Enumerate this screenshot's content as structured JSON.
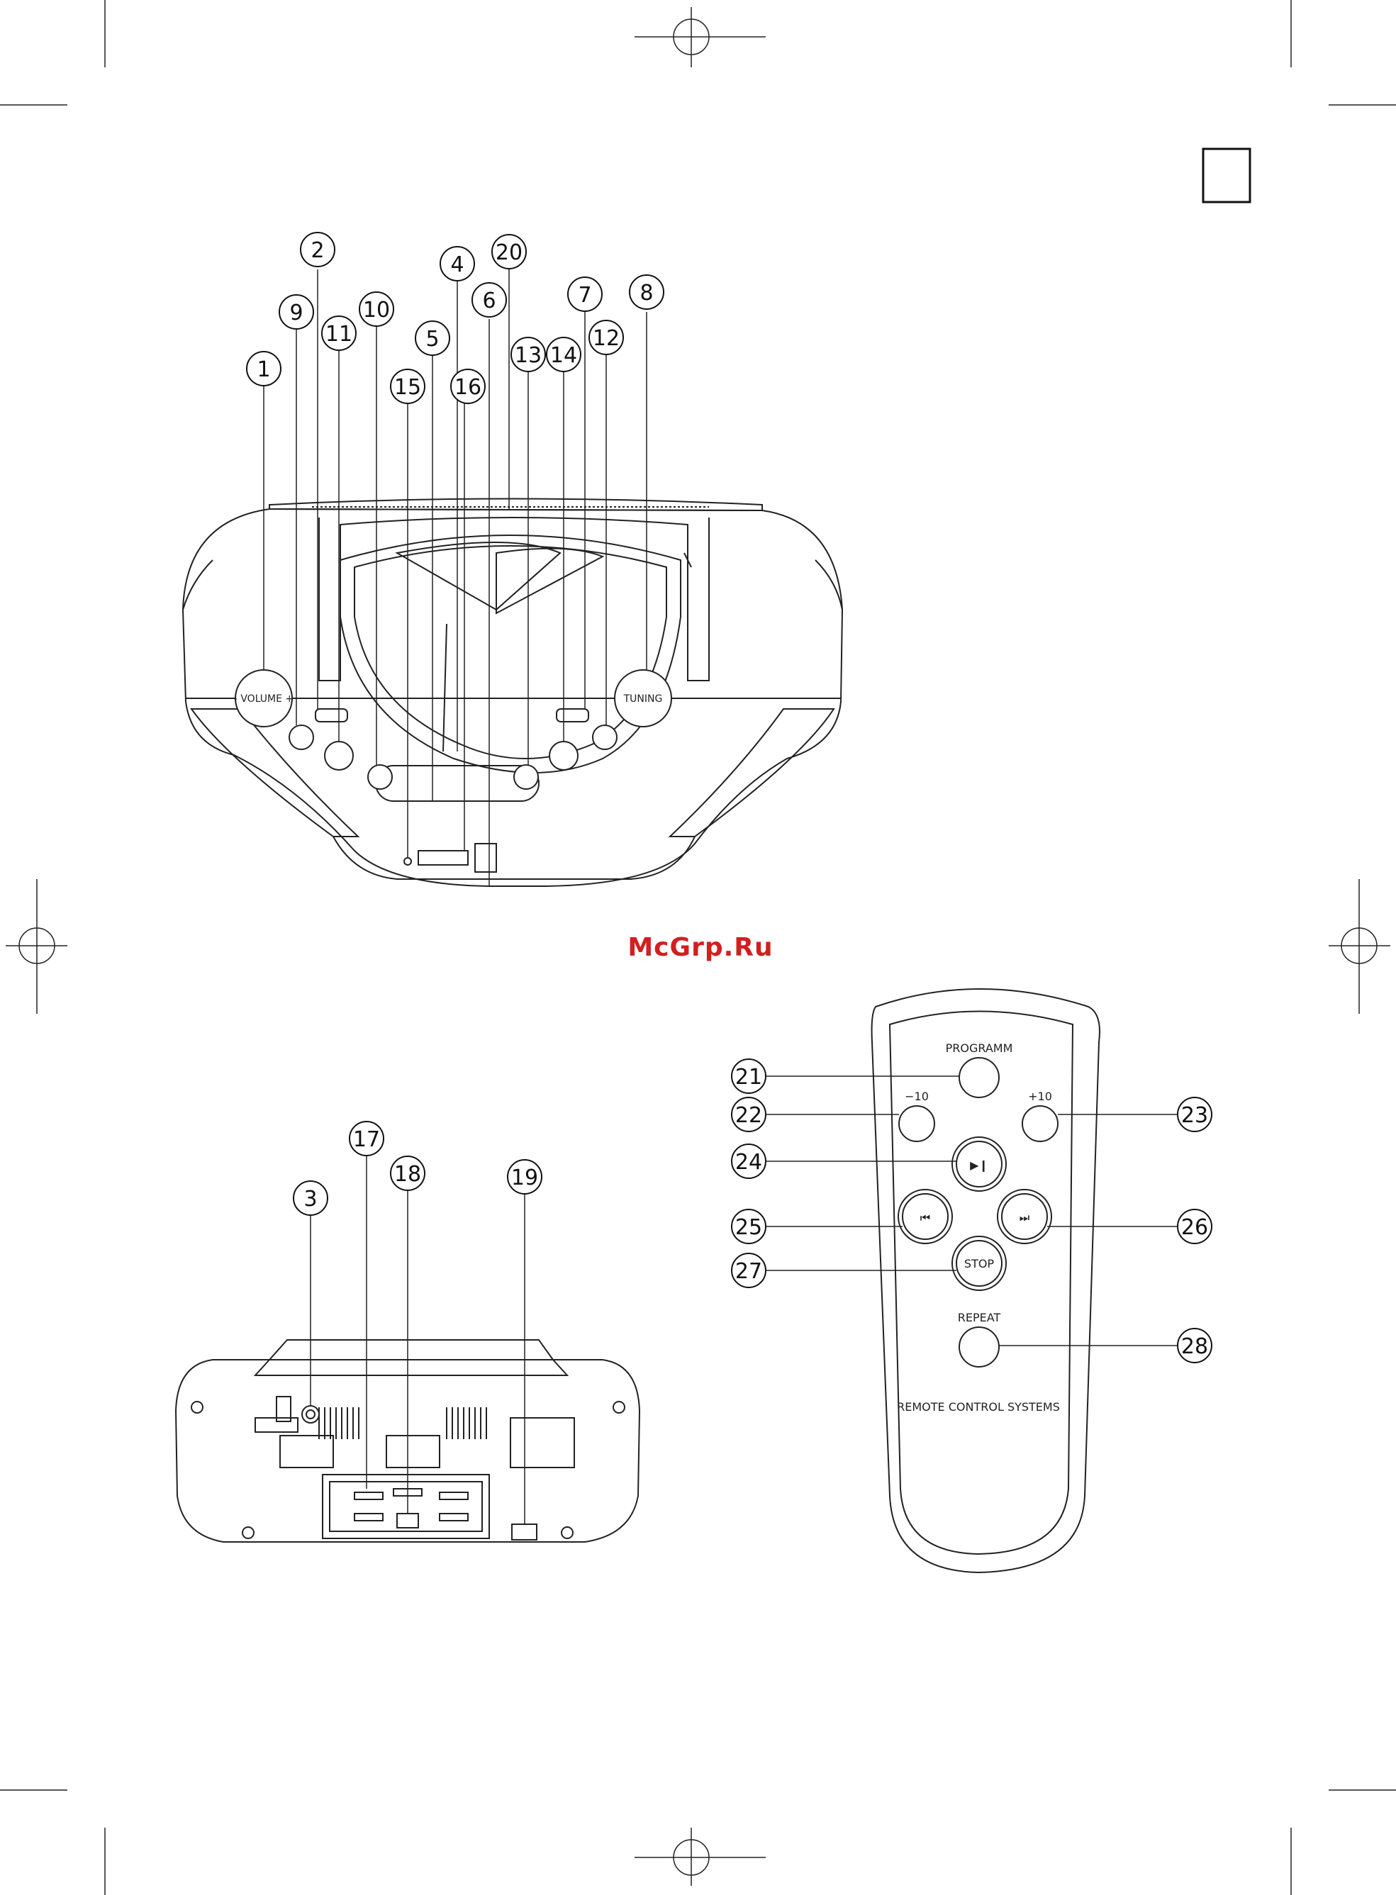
{
  "watermark": "McGrp.Ru",
  "device_labels": {
    "volume": "- VOLUME +",
    "tuning": "TUNING"
  },
  "remote": {
    "programm": "PROGRAMM",
    "minus10": "−10",
    "plus10": "+10",
    "play_pause": "▶❙",
    "prev": "⏮",
    "next": "⏭",
    "stop": "STOP",
    "repeat": "REPEAT",
    "brand": "REMOTE CONTROL SYSTEMS"
  },
  "callouts": {
    "c1": "1",
    "c2": "2",
    "c3": "3",
    "c4": "4",
    "c5": "5",
    "c6": "6",
    "c7": "7",
    "c8": "8",
    "c9": "9",
    "c10": "10",
    "c11": "11",
    "c12": "12",
    "c13": "13",
    "c14": "14",
    "c15": "15",
    "c16": "16",
    "c17": "17",
    "c18": "18",
    "c19": "19",
    "c20": "20",
    "c21": "21",
    "c22": "22",
    "c23": "23",
    "c24": "24",
    "c25": "25",
    "c26": "26",
    "c27": "27",
    "c28": "28"
  }
}
